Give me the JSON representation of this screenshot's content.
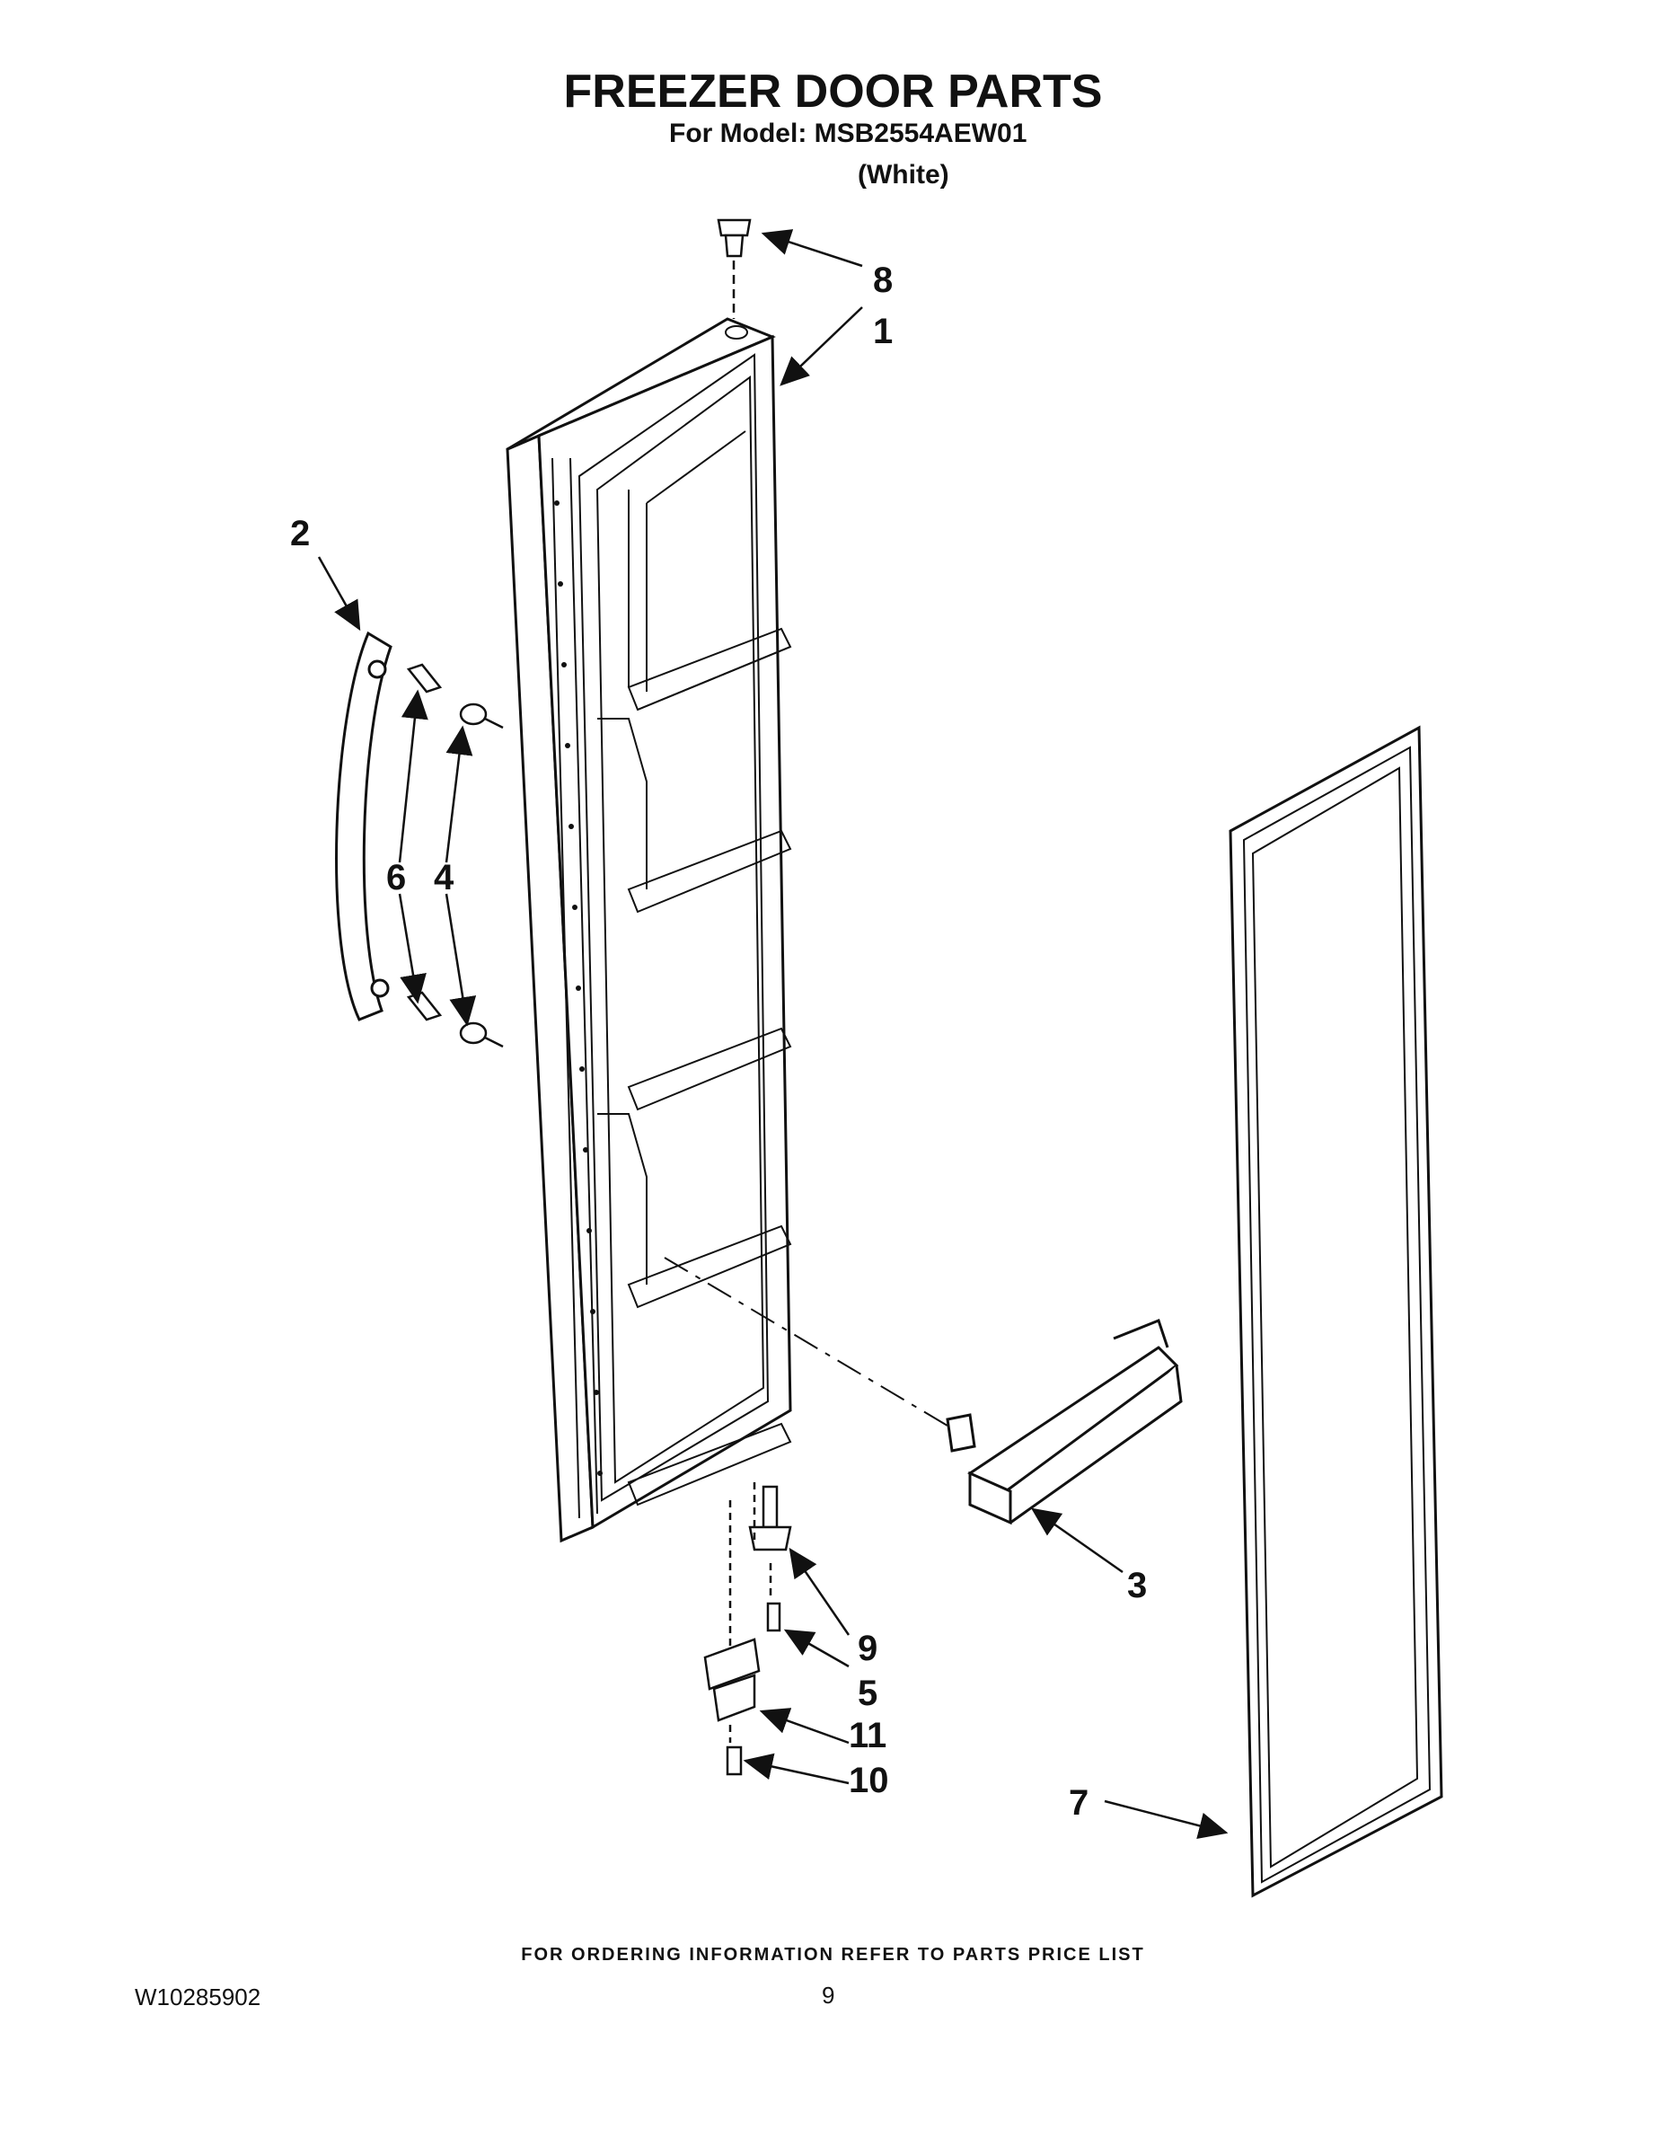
{
  "header": {
    "title": "FREEZER DOOR PARTS",
    "model_line": "For Model: MSB2554AEW01",
    "variant": "(White)"
  },
  "callouts": {
    "c1": "1",
    "c2": "2",
    "c3": "3",
    "c4": "4",
    "c5": "5",
    "c6": "6",
    "c7": "7",
    "c8": "8",
    "c9": "9",
    "c10": "10",
    "c11": "11"
  },
  "footer": {
    "ordering_note": "FOR ORDERING INFORMATION REFER TO PARTS PRICE LIST",
    "document_number": "W10285902",
    "page_number": "9"
  },
  "colors": {
    "line": "#111111",
    "background": "#ffffff"
  }
}
